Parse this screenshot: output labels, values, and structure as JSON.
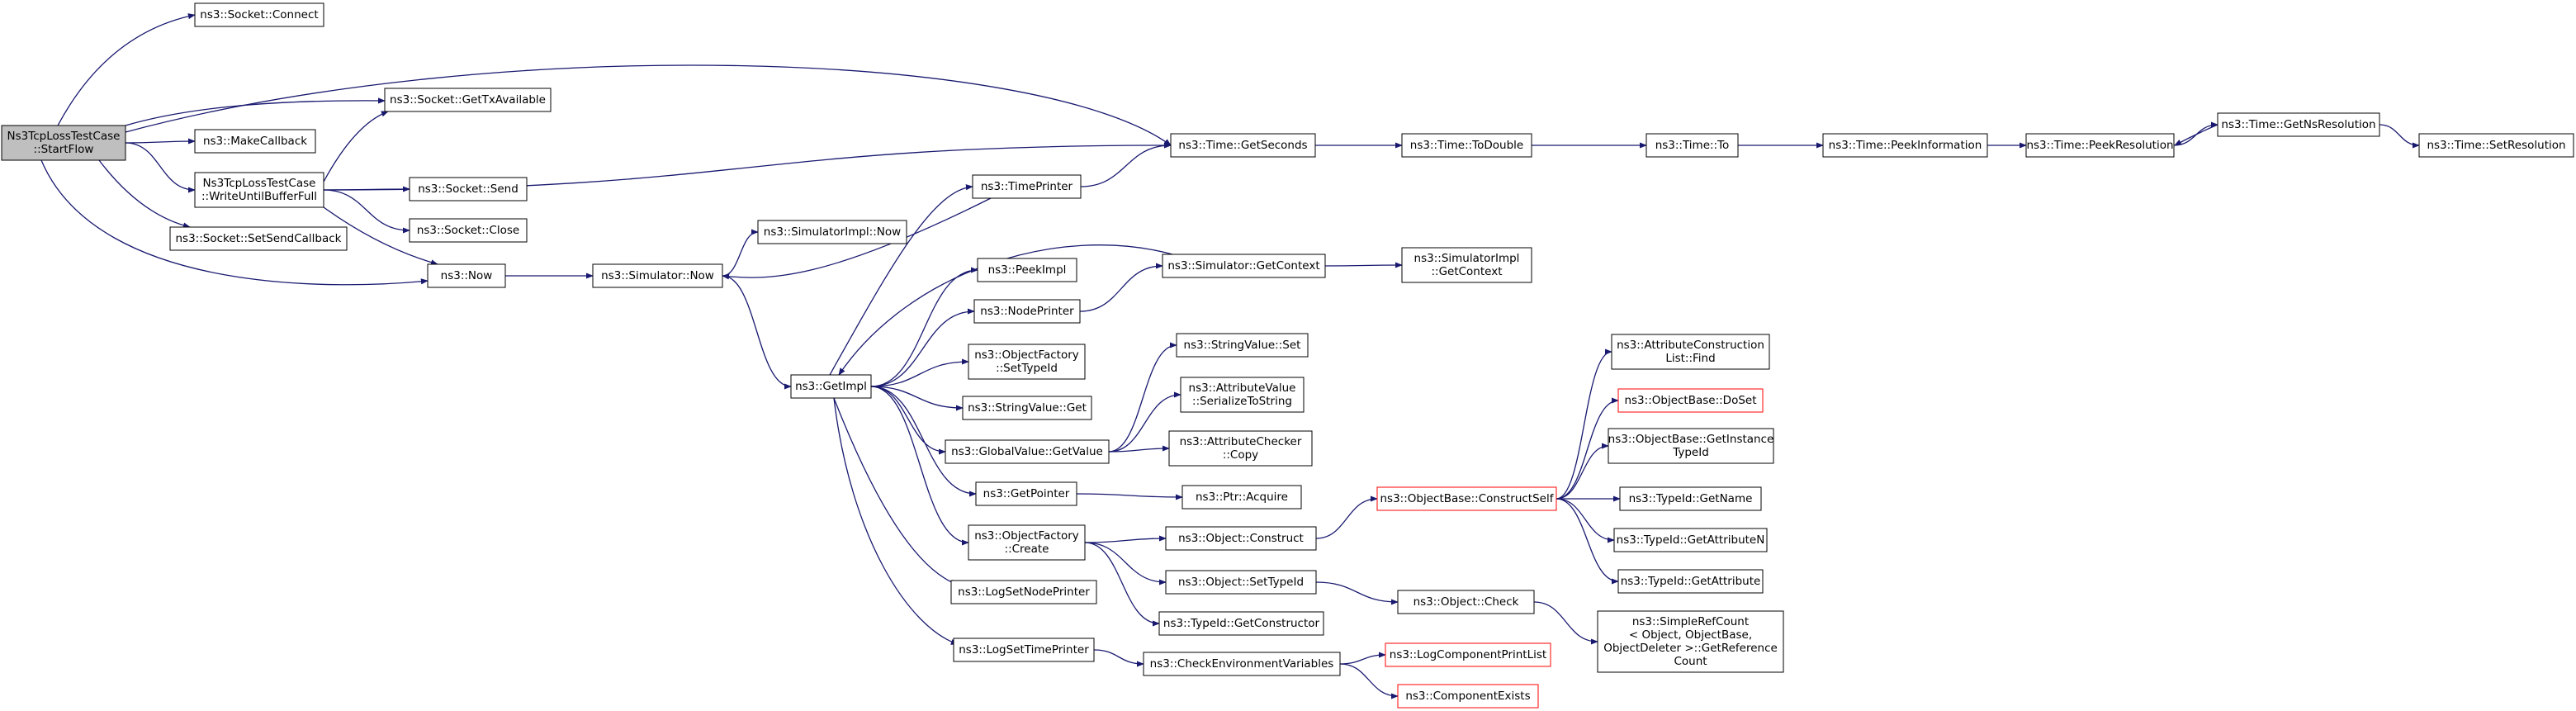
{
  "diagram": {
    "nodes": [
      {
        "id": "startflow",
        "lines": [
          "Ns3TcpLossTestCase",
          "::StartFlow"
        ],
        "style": "root"
      },
      {
        "id": "connect",
        "lines": [
          "ns3::Socket::Connect"
        ],
        "style": "normal"
      },
      {
        "id": "gettxavailable",
        "lines": [
          "ns3::Socket::GetTxAvailable"
        ],
        "style": "normal"
      },
      {
        "id": "makecallback",
        "lines": [
          "ns3::MakeCallback"
        ],
        "style": "normal"
      },
      {
        "id": "writeuntil",
        "lines": [
          "Ns3TcpLossTestCase",
          "::WriteUntilBufferFull"
        ],
        "style": "normal"
      },
      {
        "id": "send",
        "lines": [
          "ns3::Socket::Send"
        ],
        "style": "normal"
      },
      {
        "id": "close",
        "lines": [
          "ns3::Socket::Close"
        ],
        "style": "normal"
      },
      {
        "id": "setsendcallback",
        "lines": [
          "ns3::Socket::SetSendCallback"
        ],
        "style": "normal"
      },
      {
        "id": "now",
        "lines": [
          "ns3::Now"
        ],
        "style": "normal"
      },
      {
        "id": "simnow",
        "lines": [
          "ns3::Simulator::Now"
        ],
        "style": "normal"
      },
      {
        "id": "simimplnow",
        "lines": [
          "ns3::SimulatorImpl::Now"
        ],
        "style": "normal"
      },
      {
        "id": "getseconds",
        "lines": [
          "ns3::Time::GetSeconds"
        ],
        "style": "normal"
      },
      {
        "id": "todouble",
        "lines": [
          "ns3::Time::ToDouble"
        ],
        "style": "normal"
      },
      {
        "id": "to",
        "lines": [
          "ns3::Time::To"
        ],
        "style": "normal"
      },
      {
        "id": "peekinfo",
        "lines": [
          "ns3::Time::PeekInformation"
        ],
        "style": "normal"
      },
      {
        "id": "peekres",
        "lines": [
          "ns3::Time::PeekResolution"
        ],
        "style": "normal"
      },
      {
        "id": "getnsres",
        "lines": [
          "ns3::Time::GetNsResolution"
        ],
        "style": "normal"
      },
      {
        "id": "setres",
        "lines": [
          "ns3::Time::SetResolution"
        ],
        "style": "normal"
      },
      {
        "id": "timeprinter",
        "lines": [
          "ns3::TimePrinter"
        ],
        "style": "normal"
      },
      {
        "id": "getimpl",
        "lines": [
          "ns3::GetImpl"
        ],
        "style": "normal"
      },
      {
        "id": "peekimpl",
        "lines": [
          "ns3::PeekImpl"
        ],
        "style": "normal"
      },
      {
        "id": "nodeprinter",
        "lines": [
          "ns3::NodePrinter"
        ],
        "style": "normal"
      },
      {
        "id": "getcontext",
        "lines": [
          "ns3::Simulator::GetContext"
        ],
        "style": "normal"
      },
      {
        "id": "simimplgetcontext",
        "lines": [
          "ns3::SimulatorImpl",
          "::GetContext"
        ],
        "style": "normal"
      },
      {
        "id": "ofsettypeid",
        "lines": [
          "ns3::ObjectFactory",
          "::SetTypeId"
        ],
        "style": "normal"
      },
      {
        "id": "stringvalueget",
        "lines": [
          "ns3::StringValue::Get"
        ],
        "style": "normal"
      },
      {
        "id": "stringvalueset",
        "lines": [
          "ns3::StringValue::Set"
        ],
        "style": "normal"
      },
      {
        "id": "avserialize",
        "lines": [
          "ns3::AttributeValue",
          "::SerializeToString"
        ],
        "style": "normal"
      },
      {
        "id": "globalgetvalue",
        "lines": [
          "ns3::GlobalValue::GetValue"
        ],
        "style": "normal"
      },
      {
        "id": "accopy",
        "lines": [
          "ns3::AttributeChecker",
          "::Copy"
        ],
        "style": "normal"
      },
      {
        "id": "getpointer",
        "lines": [
          "ns3::GetPointer"
        ],
        "style": "normal"
      },
      {
        "id": "ptracquire",
        "lines": [
          "ns3::Ptr::Acquire"
        ],
        "style": "normal"
      },
      {
        "id": "ofcreate",
        "lines": [
          "ns3::ObjectFactory",
          "::Create"
        ],
        "style": "normal"
      },
      {
        "id": "objconstruct",
        "lines": [
          "ns3::Object::Construct"
        ],
        "style": "normal"
      },
      {
        "id": "objsettypeid",
        "lines": [
          "ns3::Object::SetTypeId"
        ],
        "style": "normal"
      },
      {
        "id": "typeidgetconstructor",
        "lines": [
          "ns3::TypeId::GetConstructor"
        ],
        "style": "normal"
      },
      {
        "id": "logsetnodeprinter",
        "lines": [
          "ns3::LogSetNodePrinter"
        ],
        "style": "normal"
      },
      {
        "id": "logsettimeprinter",
        "lines": [
          "ns3::LogSetTimePrinter"
        ],
        "style": "normal"
      },
      {
        "id": "checkenv",
        "lines": [
          "ns3::CheckEnvironmentVariables"
        ],
        "style": "normal"
      },
      {
        "id": "logcompprintlist",
        "lines": [
          "ns3::LogComponentPrintList"
        ],
        "style": "red"
      },
      {
        "id": "compexists",
        "lines": [
          "ns3::ComponentExists"
        ],
        "style": "red"
      },
      {
        "id": "constructself",
        "lines": [
          "ns3::ObjectBase::ConstructSelf"
        ],
        "style": "red"
      },
      {
        "id": "objcheck",
        "lines": [
          "ns3::Object::Check"
        ],
        "style": "normal"
      },
      {
        "id": "simplerefcount",
        "lines": [
          "ns3::SimpleRefCount",
          "< Object, ObjectBase,",
          "ObjectDeleter >::GetReference",
          "Count"
        ],
        "style": "normal"
      },
      {
        "id": "aclfind",
        "lines": [
          "ns3::AttributeConstruction",
          "List::Find"
        ],
        "style": "normal"
      },
      {
        "id": "obdoset",
        "lines": [
          "ns3::ObjectBase::DoSet"
        ],
        "style": "red"
      },
      {
        "id": "obgetinstancetypeid",
        "lines": [
          "ns3::ObjectBase::GetInstance",
          "TypeId"
        ],
        "style": "normal"
      },
      {
        "id": "typeidgetname",
        "lines": [
          "ns3::TypeId::GetName"
        ],
        "style": "normal"
      },
      {
        "id": "typeidgetattributen",
        "lines": [
          "ns3::TypeId::GetAttributeN"
        ],
        "style": "normal"
      },
      {
        "id": "typeidgetattribute",
        "lines": [
          "ns3::TypeId::GetAttribute"
        ],
        "style": "normal"
      }
    ],
    "edges": [
      [
        "startflow",
        "connect"
      ],
      [
        "startflow",
        "gettxavailable"
      ],
      [
        "startflow",
        "makecallback"
      ],
      [
        "startflow",
        "writeuntil"
      ],
      [
        "startflow",
        "setsendcallback"
      ],
      [
        "startflow",
        "now"
      ],
      [
        "startflow",
        "getseconds"
      ],
      [
        "writeuntil",
        "gettxavailable"
      ],
      [
        "writeuntil",
        "send"
      ],
      [
        "writeuntil",
        "close"
      ],
      [
        "writeuntil",
        "now"
      ],
      [
        "writeuntil",
        "getseconds"
      ],
      [
        "now",
        "simnow"
      ],
      [
        "simnow",
        "simimplnow"
      ],
      [
        "simnow",
        "getimpl"
      ],
      [
        "getseconds",
        "todouble"
      ],
      [
        "todouble",
        "to"
      ],
      [
        "to",
        "peekinfo"
      ],
      [
        "peekinfo",
        "peekres"
      ],
      [
        "peekres",
        "getnsres"
      ],
      [
        "getnsres",
        "setres"
      ],
      [
        "getnsres",
        "peekres"
      ],
      [
        "timeprinter",
        "getseconds"
      ],
      [
        "timeprinter",
        "simnow"
      ],
      [
        "nodeprinter",
        "getcontext"
      ],
      [
        "getcontext",
        "simimplgetcontext"
      ],
      [
        "getcontext",
        "getimpl"
      ],
      [
        "getimpl",
        "timeprinter"
      ],
      [
        "getimpl",
        "peekimpl"
      ],
      [
        "getimpl",
        "nodeprinter"
      ],
      [
        "getimpl",
        "ofsettypeid"
      ],
      [
        "getimpl",
        "stringvalueget"
      ],
      [
        "getimpl",
        "globalgetvalue"
      ],
      [
        "getimpl",
        "getpointer"
      ],
      [
        "getimpl",
        "ofcreate"
      ],
      [
        "getimpl",
        "logsetnodeprinter"
      ],
      [
        "getimpl",
        "logsettimeprinter"
      ],
      [
        "globalgetvalue",
        "stringvalueset"
      ],
      [
        "globalgetvalue",
        "avserialize"
      ],
      [
        "globalgetvalue",
        "accopy"
      ],
      [
        "getpointer",
        "ptracquire"
      ],
      [
        "ofcreate",
        "objconstruct"
      ],
      [
        "ofcreate",
        "objsettypeid"
      ],
      [
        "ofcreate",
        "typeidgetconstructor"
      ],
      [
        "objconstruct",
        "constructself"
      ],
      [
        "objsettypeid",
        "objcheck"
      ],
      [
        "objcheck",
        "simplerefcount"
      ],
      [
        "logsettimeprinter",
        "checkenv"
      ],
      [
        "checkenv",
        "logcompprintlist"
      ],
      [
        "checkenv",
        "compexists"
      ],
      [
        "constructself",
        "aclfind"
      ],
      [
        "constructself",
        "obdoset"
      ],
      [
        "constructself",
        "obgetinstancetypeid"
      ],
      [
        "constructself",
        "typeidgetname"
      ],
      [
        "constructself",
        "typeidgetattributen"
      ],
      [
        "constructself",
        "typeidgetattribute"
      ]
    ],
    "colors": {
      "edge": "#191970",
      "node_border": "#000000",
      "red_border": "#ff0000",
      "root_fill": "#bfbfbf",
      "node_fill": "#ffffff"
    }
  }
}
